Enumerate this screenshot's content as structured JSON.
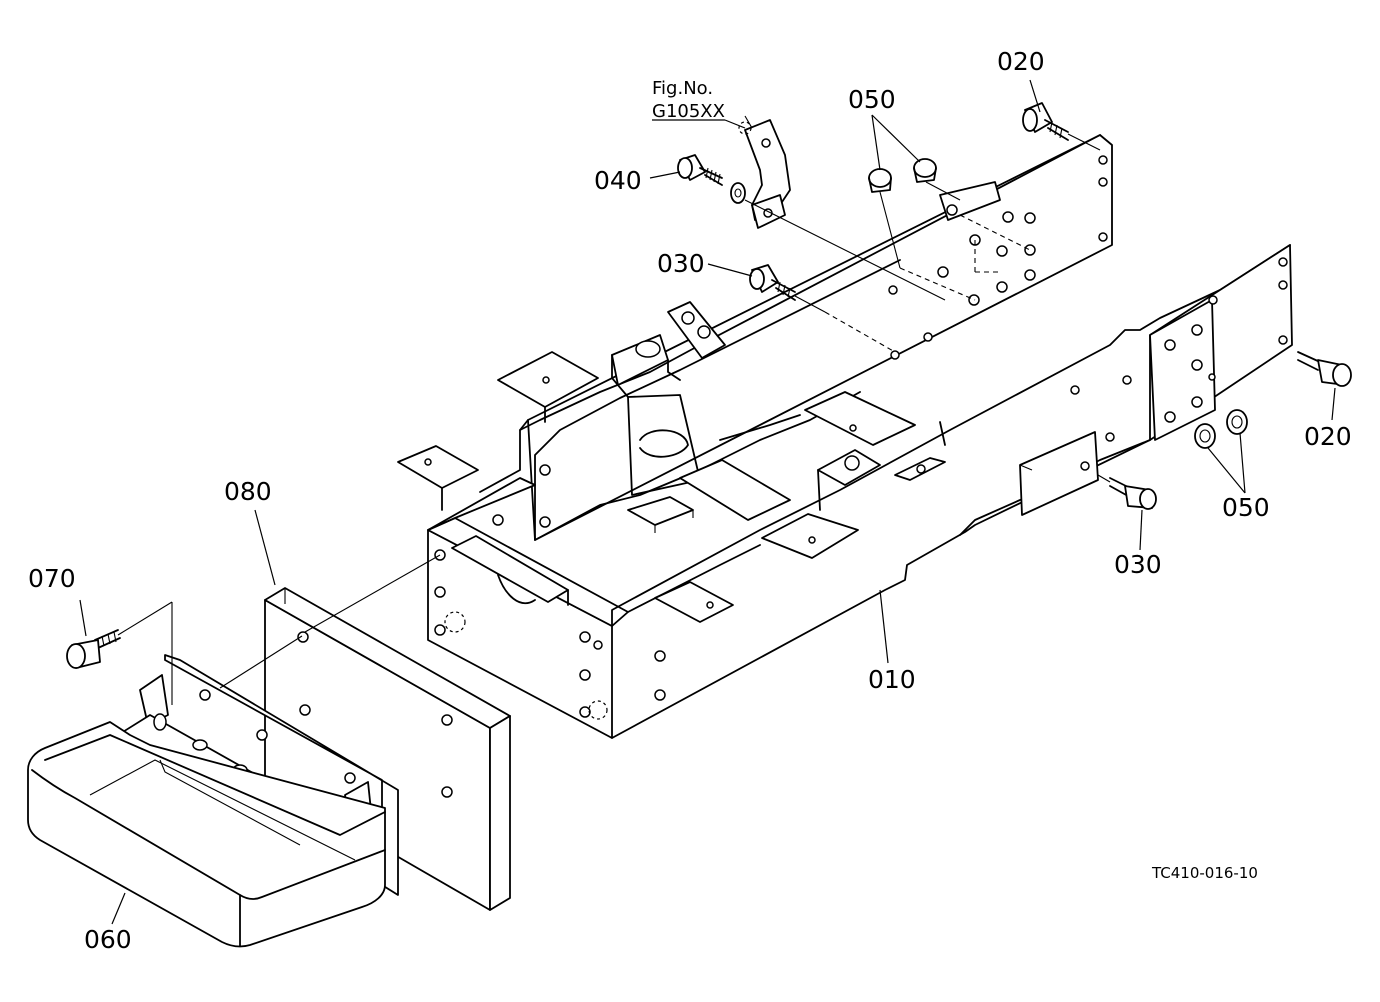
{
  "figure": {
    "reference_title": "Fig.No.",
    "reference_number": "G105XX",
    "drawing_code": "TC410-016-10"
  },
  "parts": {
    "p010": "010",
    "p020_top": "020",
    "p020_right": "020",
    "p030_top": "030",
    "p030_bottom": "030",
    "p040": "040",
    "p050_top": "050",
    "p050_bottom": "050",
    "p060": "060",
    "p070": "070",
    "p080": "080"
  }
}
